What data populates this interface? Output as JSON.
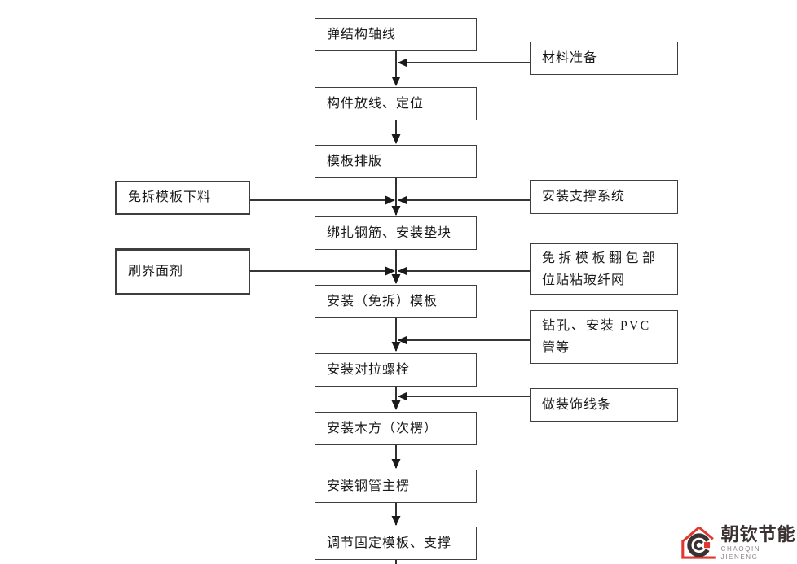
{
  "colors": {
    "background": "#ffffff",
    "line": "#1a1a1a",
    "box_border": "#3e3e3e",
    "text": "#1a1a1a",
    "logo_red": "#e0382e",
    "logo_dark": "#3a3132",
    "logo_gray": "#8a8486"
  },
  "flow": {
    "center": [
      {
        "label": "弹结构轴线"
      },
      {
        "label": "构件放线、定位"
      },
      {
        "label": "模板排版"
      },
      {
        "label": "绑扎钢筋、安装垫块"
      },
      {
        "label": "安装（免拆）模板"
      },
      {
        "label": "安装对拉螺栓"
      },
      {
        "label": "安装木方（次楞）"
      },
      {
        "label": "安装钢管主楞"
      },
      {
        "label": "调节固定模板、支撑"
      }
    ],
    "left": [
      {
        "label": "免拆模板下料"
      },
      {
        "label": "刷界面剂"
      }
    ],
    "right": [
      {
        "label": "材料准备"
      },
      {
        "label": "安装支撑系统"
      },
      {
        "label": "免拆模板翻包部",
        "label2": "位贴粘玻纤网"
      },
      {
        "label": "钻孔、安装 PVC",
        "label2": "管等"
      },
      {
        "label": "做装饰线条"
      }
    ]
  },
  "logo": {
    "name": "朝钦节能",
    "subtitle": "CHAOQIN JIENENG"
  }
}
